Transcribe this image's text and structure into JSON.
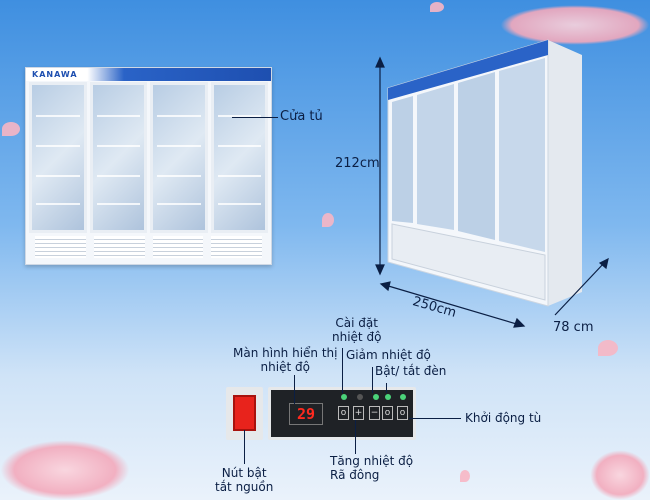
{
  "brand": "KANAWA",
  "labels": {
    "door": "Cửa tủ",
    "height": "212cm",
    "width": "250cm",
    "depth": "78 cm",
    "set_temp": [
      "Cài đặt",
      "nhiệt độ"
    ],
    "display": [
      "Màn hình hiển thị",
      "nhiệt độ"
    ],
    "decrease": "Giảm nhiệt độ",
    "light": "Bật/ tắt đèn",
    "start": "Khởi động tù",
    "increase": [
      "Tăng nhiệt độ",
      "Rã đông"
    ],
    "power": [
      "Nút bật",
      "tắt nguồn"
    ]
  },
  "panel": {
    "temperature": "29",
    "buttons": [
      "o",
      "+",
      "−",
      "o",
      "o"
    ]
  },
  "colors": {
    "accent": "#1e4fb0",
    "text": "#0b1f44",
    "display": "#ff2a1f",
    "switch": "#e8231c"
  }
}
